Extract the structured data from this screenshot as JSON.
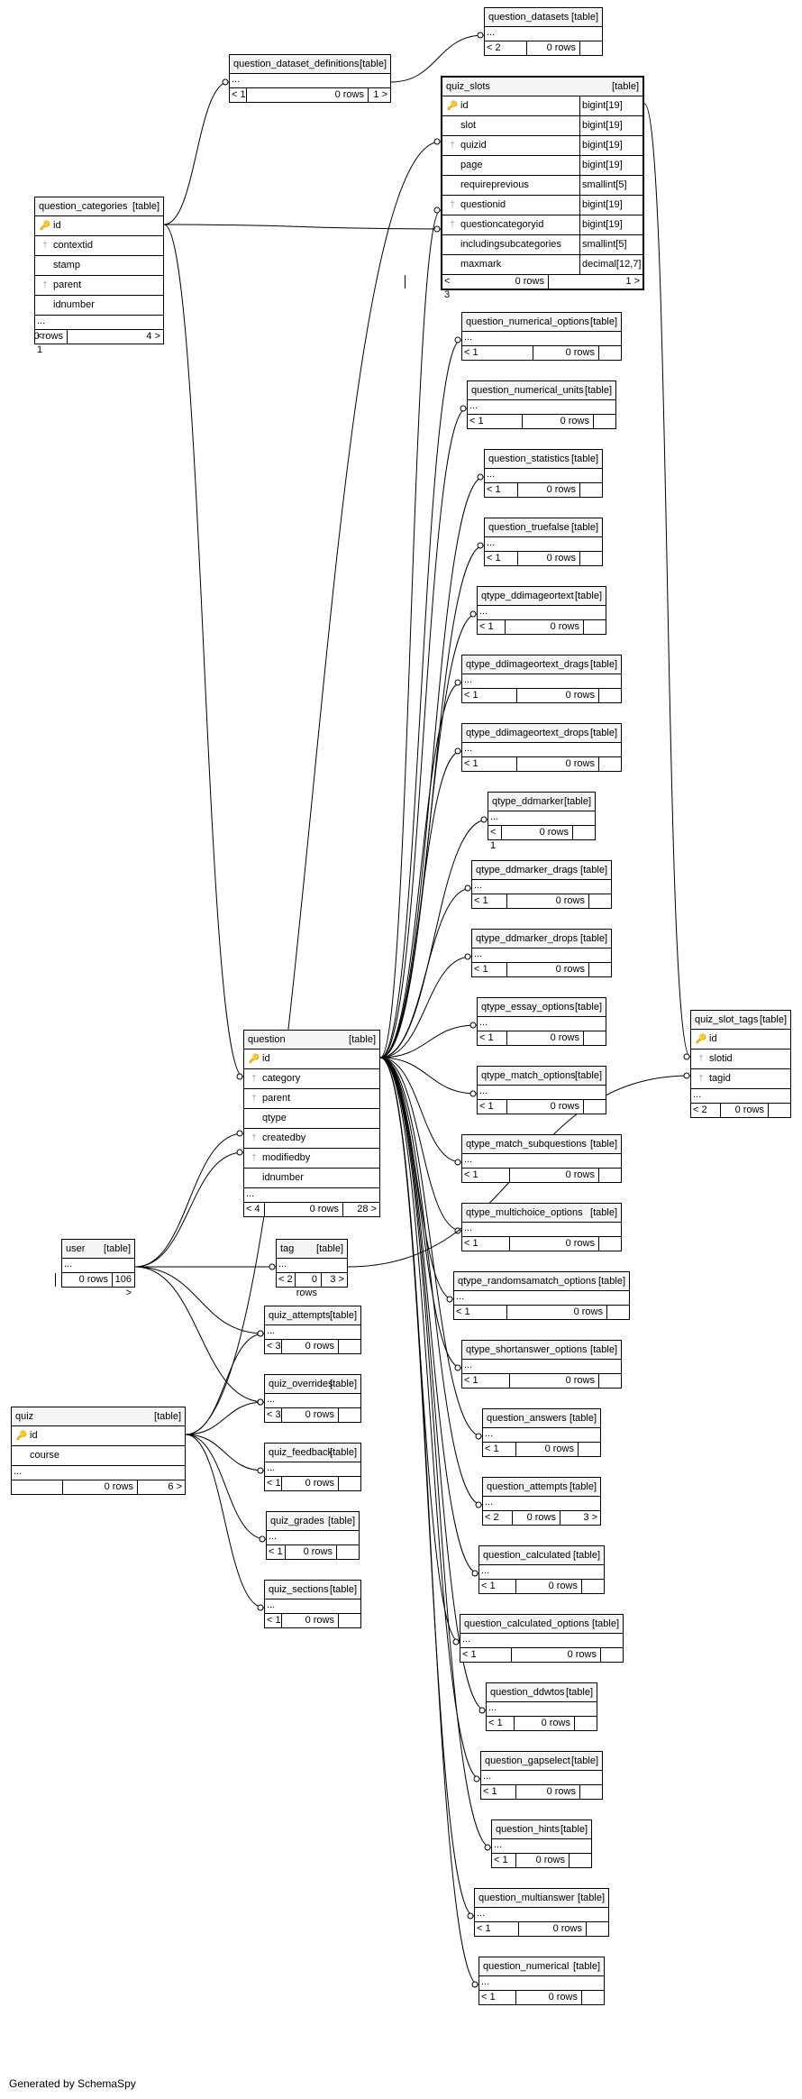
{
  "footer": "Generated by SchemaSpy",
  "kind_label": "[table]",
  "ellipsis": "...",
  "tables": [
    {
      "id": "question_datasets",
      "name": "question_datasets",
      "cols": [],
      "more": true,
      "parents": "< 2",
      "rows": "0 rows",
      "children": ""
    },
    {
      "id": "question_dataset_definitions",
      "name": "question_dataset_definitions",
      "cols": [],
      "more": true,
      "parents": "< 1",
      "rows": "0 rows",
      "children": "1 >"
    },
    {
      "id": "quiz_slots",
      "name": "quiz_slots",
      "focus": true,
      "cols": [
        {
          "name": "id",
          "key": "pk",
          "type": "bigint[19]"
        },
        {
          "name": "slot",
          "key": "",
          "type": "bigint[19]"
        },
        {
          "name": "quizid",
          "key": "fk",
          "type": "bigint[19]"
        },
        {
          "name": "page",
          "key": "",
          "type": "bigint[19]"
        },
        {
          "name": "requireprevious",
          "key": "",
          "type": "smallint[5]"
        },
        {
          "name": "questionid",
          "key": "fk",
          "type": "bigint[19]"
        },
        {
          "name": "questioncategoryid",
          "key": "fk",
          "type": "bigint[19]"
        },
        {
          "name": "includingsubcategories",
          "key": "",
          "type": "smallint[5]"
        },
        {
          "name": "maxmark",
          "key": "",
          "type": "decimal[12,7]"
        }
      ],
      "more": false,
      "parents": "< 3",
      "rows": "0 rows",
      "children": "1 >"
    },
    {
      "id": "question_categories",
      "name": "question_categories",
      "cols": [
        {
          "name": "id",
          "key": "pk"
        },
        {
          "name": "contextid",
          "key": "fk"
        },
        {
          "name": "stamp",
          "key": ""
        },
        {
          "name": "parent",
          "key": "fk"
        },
        {
          "name": "idnumber",
          "key": ""
        }
      ],
      "more": true,
      "parents": "< 1",
      "rows": "0 rows",
      "children": "4 >"
    },
    {
      "id": "question_numerical_options",
      "name": "question_numerical_options",
      "cols": [],
      "more": true,
      "parents": "< 1",
      "rows": "0 rows",
      "children": ""
    },
    {
      "id": "question_numerical_units",
      "name": "question_numerical_units",
      "cols": [],
      "more": true,
      "parents": "< 1",
      "rows": "0 rows",
      "children": ""
    },
    {
      "id": "question_statistics",
      "name": "question_statistics",
      "cols": [],
      "more": true,
      "parents": "< 1",
      "rows": "0 rows",
      "children": ""
    },
    {
      "id": "question_truefalse",
      "name": "question_truefalse",
      "cols": [],
      "more": true,
      "parents": "< 1",
      "rows": "0 rows",
      "children": ""
    },
    {
      "id": "qtype_ddimageortext",
      "name": "qtype_ddimageortext",
      "cols": [],
      "more": true,
      "parents": "< 1",
      "rows": "0 rows",
      "children": ""
    },
    {
      "id": "qtype_ddimageortext_drags",
      "name": "qtype_ddimageortext_drags",
      "cols": [],
      "more": true,
      "parents": "< 1",
      "rows": "0 rows",
      "children": ""
    },
    {
      "id": "qtype_ddimageortext_drops",
      "name": "qtype_ddimageortext_drops",
      "cols": [],
      "more": true,
      "parents": "< 1",
      "rows": "0 rows",
      "children": ""
    },
    {
      "id": "qtype_ddmarker",
      "name": "qtype_ddmarker",
      "cols": [],
      "more": true,
      "parents": "< 1",
      "rows": "0 rows",
      "children": ""
    },
    {
      "id": "qtype_ddmarker_drags",
      "name": "qtype_ddmarker_drags",
      "cols": [],
      "more": true,
      "parents": "< 1",
      "rows": "0 rows",
      "children": ""
    },
    {
      "id": "qtype_ddmarker_drops",
      "name": "qtype_ddmarker_drops",
      "cols": [],
      "more": true,
      "parents": "< 1",
      "rows": "0 rows",
      "children": ""
    },
    {
      "id": "qtype_essay_options",
      "name": "qtype_essay_options",
      "cols": [],
      "more": true,
      "parents": "< 1",
      "rows": "0 rows",
      "children": ""
    },
    {
      "id": "qtype_match_options",
      "name": "qtype_match_options",
      "cols": [],
      "more": true,
      "parents": "< 1",
      "rows": "0 rows",
      "children": ""
    },
    {
      "id": "qtype_match_subquestions",
      "name": "qtype_match_subquestions",
      "cols": [],
      "more": true,
      "parents": "< 1",
      "rows": "0 rows",
      "children": ""
    },
    {
      "id": "qtype_multichoice_options",
      "name": "qtype_multichoice_options",
      "cols": [],
      "more": true,
      "parents": "< 1",
      "rows": "0 rows",
      "children": ""
    },
    {
      "id": "qtype_randomsamatch_options",
      "name": "qtype_randomsamatch_options",
      "cols": [],
      "more": true,
      "parents": "< 1",
      "rows": "0 rows",
      "children": ""
    },
    {
      "id": "qtype_shortanswer_options",
      "name": "qtype_shortanswer_options",
      "cols": [],
      "more": true,
      "parents": "< 1",
      "rows": "0 rows",
      "children": ""
    },
    {
      "id": "question_answers",
      "name": "question_answers",
      "cols": [],
      "more": true,
      "parents": "< 1",
      "rows": "0 rows",
      "children": ""
    },
    {
      "id": "question_attempts",
      "name": "question_attempts",
      "cols": [],
      "more": true,
      "parents": "< 2",
      "rows": "0 rows",
      "children": "3 >"
    },
    {
      "id": "question_calculated",
      "name": "question_calculated",
      "cols": [],
      "more": true,
      "parents": "< 1",
      "rows": "0 rows",
      "children": ""
    },
    {
      "id": "question_calculated_options",
      "name": "question_calculated_options",
      "cols": [],
      "more": true,
      "parents": "< 1",
      "rows": "0 rows",
      "children": ""
    },
    {
      "id": "question_ddwtos",
      "name": "question_ddwtos",
      "cols": [],
      "more": true,
      "parents": "< 1",
      "rows": "0 rows",
      "children": ""
    },
    {
      "id": "question_gapselect",
      "name": "question_gapselect",
      "cols": [],
      "more": true,
      "parents": "< 1",
      "rows": "0 rows",
      "children": ""
    },
    {
      "id": "question_hints",
      "name": "question_hints",
      "cols": [],
      "more": true,
      "parents": "< 1",
      "rows": "0 rows",
      "children": ""
    },
    {
      "id": "question_multianswer",
      "name": "question_multianswer",
      "cols": [],
      "more": true,
      "parents": "< 1",
      "rows": "0 rows",
      "children": ""
    },
    {
      "id": "question_numerical",
      "name": "question_numerical",
      "cols": [],
      "more": true,
      "parents": "< 1",
      "rows": "0 rows",
      "children": ""
    },
    {
      "id": "question",
      "name": "question",
      "cols": [
        {
          "name": "id",
          "key": "pk"
        },
        {
          "name": "category",
          "key": "fk"
        },
        {
          "name": "parent",
          "key": "fk"
        },
        {
          "name": "qtype",
          "key": ""
        },
        {
          "name": "createdby",
          "key": "fk"
        },
        {
          "name": "modifiedby",
          "key": "fk"
        },
        {
          "name": "idnumber",
          "key": ""
        }
      ],
      "more": true,
      "parents": "< 4",
      "rows": "0 rows",
      "children": "28 >"
    },
    {
      "id": "user",
      "name": "user",
      "cols": [],
      "more": true,
      "parents": "",
      "rows": "0 rows",
      "children": "106 >"
    },
    {
      "id": "tag",
      "name": "tag",
      "cols": [],
      "more": true,
      "parents": "< 2",
      "rows": "0 rows",
      "children": "3 >"
    },
    {
      "id": "quiz_attempts",
      "name": "quiz_attempts",
      "cols": [],
      "more": true,
      "parents": "< 3",
      "rows": "0 rows",
      "children": ""
    },
    {
      "id": "quiz_overrides",
      "name": "quiz_overrides",
      "cols": [],
      "more": true,
      "parents": "< 3",
      "rows": "0 rows",
      "children": ""
    },
    {
      "id": "quiz",
      "name": "quiz",
      "cols": [
        {
          "name": "id",
          "key": "pk"
        },
        {
          "name": "course",
          "key": ""
        }
      ],
      "more": true,
      "parents": "",
      "rows": "0 rows",
      "children": "6 >"
    },
    {
      "id": "quiz_feedback",
      "name": "quiz_feedback",
      "cols": [],
      "more": true,
      "parents": "< 1",
      "rows": "0 rows",
      "children": ""
    },
    {
      "id": "quiz_grades",
      "name": "quiz_grades",
      "cols": [],
      "more": true,
      "parents": "< 1",
      "rows": "0 rows",
      "children": ""
    },
    {
      "id": "quiz_sections",
      "name": "quiz_sections",
      "cols": [],
      "more": true,
      "parents": "< 1",
      "rows": "0 rows",
      "children": ""
    },
    {
      "id": "quiz_slot_tags",
      "name": "quiz_slot_tags",
      "cols": [
        {
          "name": "id",
          "key": "pk"
        },
        {
          "name": "slotid",
          "key": "fk"
        },
        {
          "name": "tagid",
          "key": "fk"
        }
      ],
      "more": true,
      "parents": "< 2",
      "rows": "0 rows",
      "children": ""
    }
  ]
}
